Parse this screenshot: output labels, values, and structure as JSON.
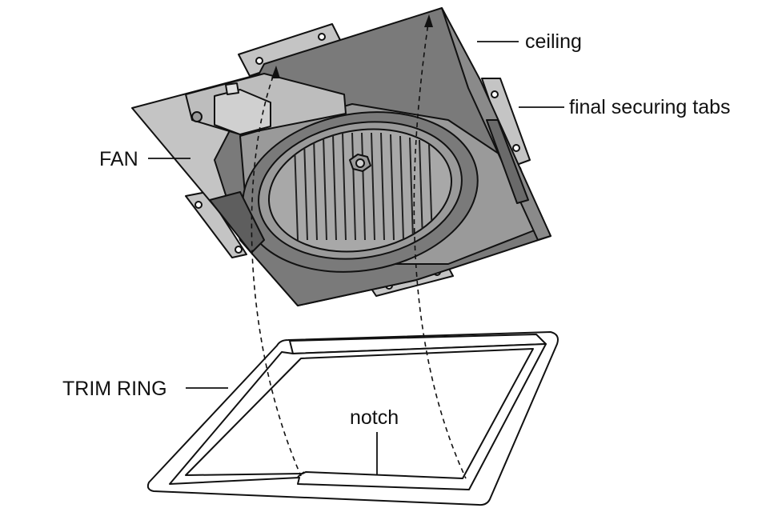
{
  "labels": {
    "ceiling": "ceiling",
    "final_securing_tabs": "final securing tabs",
    "fan": "FAN",
    "trim_ring": "TRIM RING",
    "notch": "notch"
  },
  "colors": {
    "housing_dark": "#7a7a7a",
    "housing_mid": "#9a9a9a",
    "housing_light": "#c4c4c4",
    "outline": "#111111",
    "background": "#ffffff"
  }
}
